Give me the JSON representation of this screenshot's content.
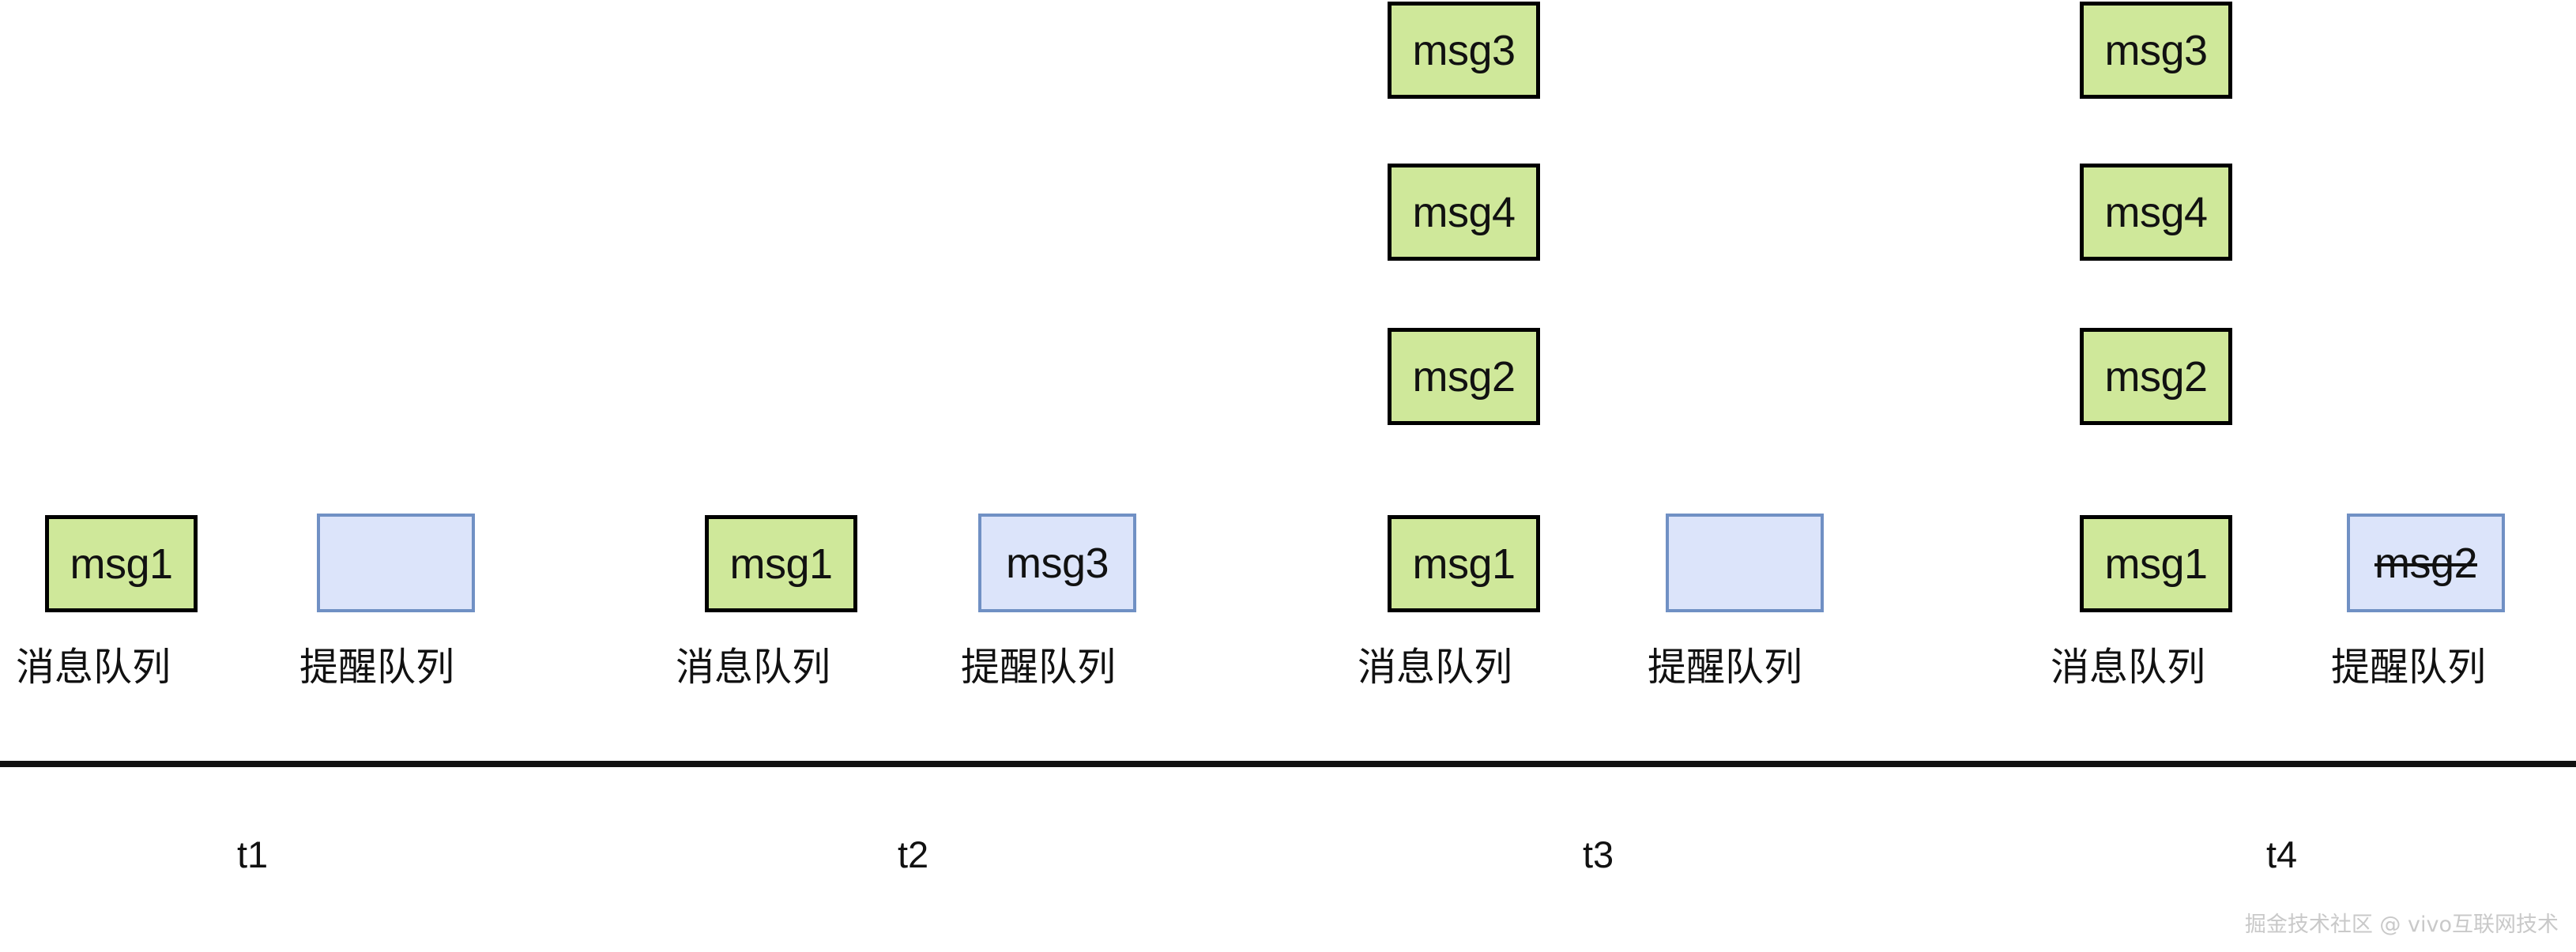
{
  "diagram": {
    "title": "message queue / reminder queue timeline",
    "colors": {
      "message_box_fill": "#cfe89a",
      "message_box_border": "#000000",
      "reminder_box_fill": "#dce4fa",
      "reminder_box_border": "#7090c4",
      "timeline": "#111111",
      "text": "#111111",
      "watermark": "#c9c9c9"
    },
    "labels": {
      "message_queue": "消息队列",
      "reminder_queue": "提醒队列"
    },
    "columns": [
      {
        "time": "t1",
        "message_queue": [
          "msg1"
        ],
        "reminder_queue": [],
        "reminder_struck": false,
        "message_label": "消息队列",
        "reminder_label": "提醒队列"
      },
      {
        "time": "t2",
        "message_queue": [
          "msg1"
        ],
        "reminder_queue": [
          "msg3"
        ],
        "reminder_struck": false,
        "message_label": "消息队列",
        "reminder_label": "提醒队列"
      },
      {
        "time": "t3",
        "message_queue": [
          "msg3",
          "msg4",
          "msg2",
          "msg1"
        ],
        "reminder_queue": [],
        "reminder_struck": false,
        "message_label": "消息队列",
        "reminder_label": "提醒队列"
      },
      {
        "time": "t4",
        "message_queue": [
          "msg3",
          "msg4",
          "msg2",
          "msg1"
        ],
        "reminder_queue": [
          "msg2"
        ],
        "reminder_struck": true,
        "message_label": "消息队列",
        "reminder_label": "提醒队列"
      }
    ]
  },
  "watermark": "掘金技术社区 @ vivo互联网技术"
}
